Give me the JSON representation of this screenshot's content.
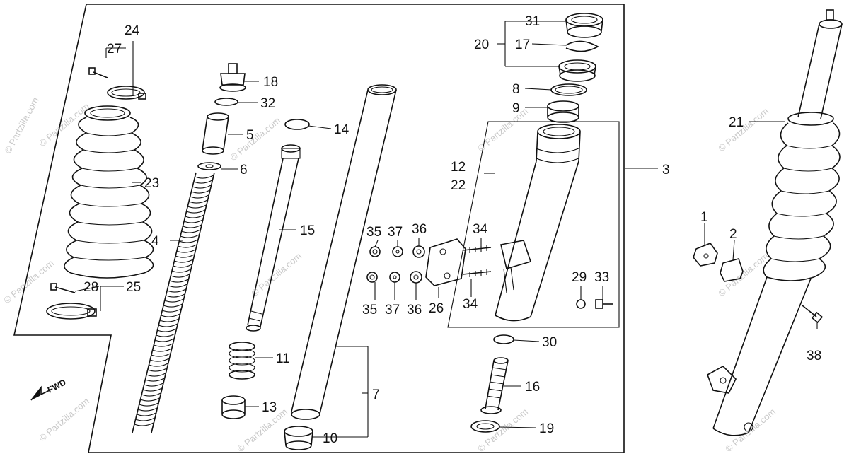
{
  "diagram": {
    "fwd_label": "FWD",
    "watermark": "© Partzilla.com",
    "callouts": [
      {
        "id": "c1",
        "text": "1"
      },
      {
        "id": "c2",
        "text": "2"
      },
      {
        "id": "c3",
        "text": "3"
      },
      {
        "id": "c4",
        "text": "4"
      },
      {
        "id": "c5",
        "text": "5"
      },
      {
        "id": "c6",
        "text": "6"
      },
      {
        "id": "c7",
        "text": "7"
      },
      {
        "id": "c8",
        "text": "8"
      },
      {
        "id": "c9",
        "text": "9"
      },
      {
        "id": "c10",
        "text": "10"
      },
      {
        "id": "c11",
        "text": "11"
      },
      {
        "id": "c12",
        "text": "12"
      },
      {
        "id": "c22",
        "text": "22"
      },
      {
        "id": "c13",
        "text": "13"
      },
      {
        "id": "c14",
        "text": "14"
      },
      {
        "id": "c15",
        "text": "15"
      },
      {
        "id": "c16",
        "text": "16"
      },
      {
        "id": "c17",
        "text": "17"
      },
      {
        "id": "c18",
        "text": "18"
      },
      {
        "id": "c19",
        "text": "19"
      },
      {
        "id": "c20",
        "text": "20"
      },
      {
        "id": "c21",
        "text": "21"
      },
      {
        "id": "c23",
        "text": "23"
      },
      {
        "id": "c24",
        "text": "24"
      },
      {
        "id": "c25",
        "text": "25"
      },
      {
        "id": "c26",
        "text": "26"
      },
      {
        "id": "c27",
        "text": "27"
      },
      {
        "id": "c28",
        "text": "28"
      },
      {
        "id": "c29",
        "text": "29"
      },
      {
        "id": "c30",
        "text": "30"
      },
      {
        "id": "c31",
        "text": "31"
      },
      {
        "id": "c32",
        "text": "32"
      },
      {
        "id": "c33",
        "text": "33"
      },
      {
        "id": "c34a",
        "text": "34"
      },
      {
        "id": "c34b",
        "text": "34"
      },
      {
        "id": "c35a",
        "text": "35"
      },
      {
        "id": "c35b",
        "text": "35"
      },
      {
        "id": "c36a",
        "text": "36"
      },
      {
        "id": "c36b",
        "text": "36"
      },
      {
        "id": "c37a",
        "text": "37"
      },
      {
        "id": "c37b",
        "text": "37"
      },
      {
        "id": "c38",
        "text": "38"
      }
    ]
  }
}
